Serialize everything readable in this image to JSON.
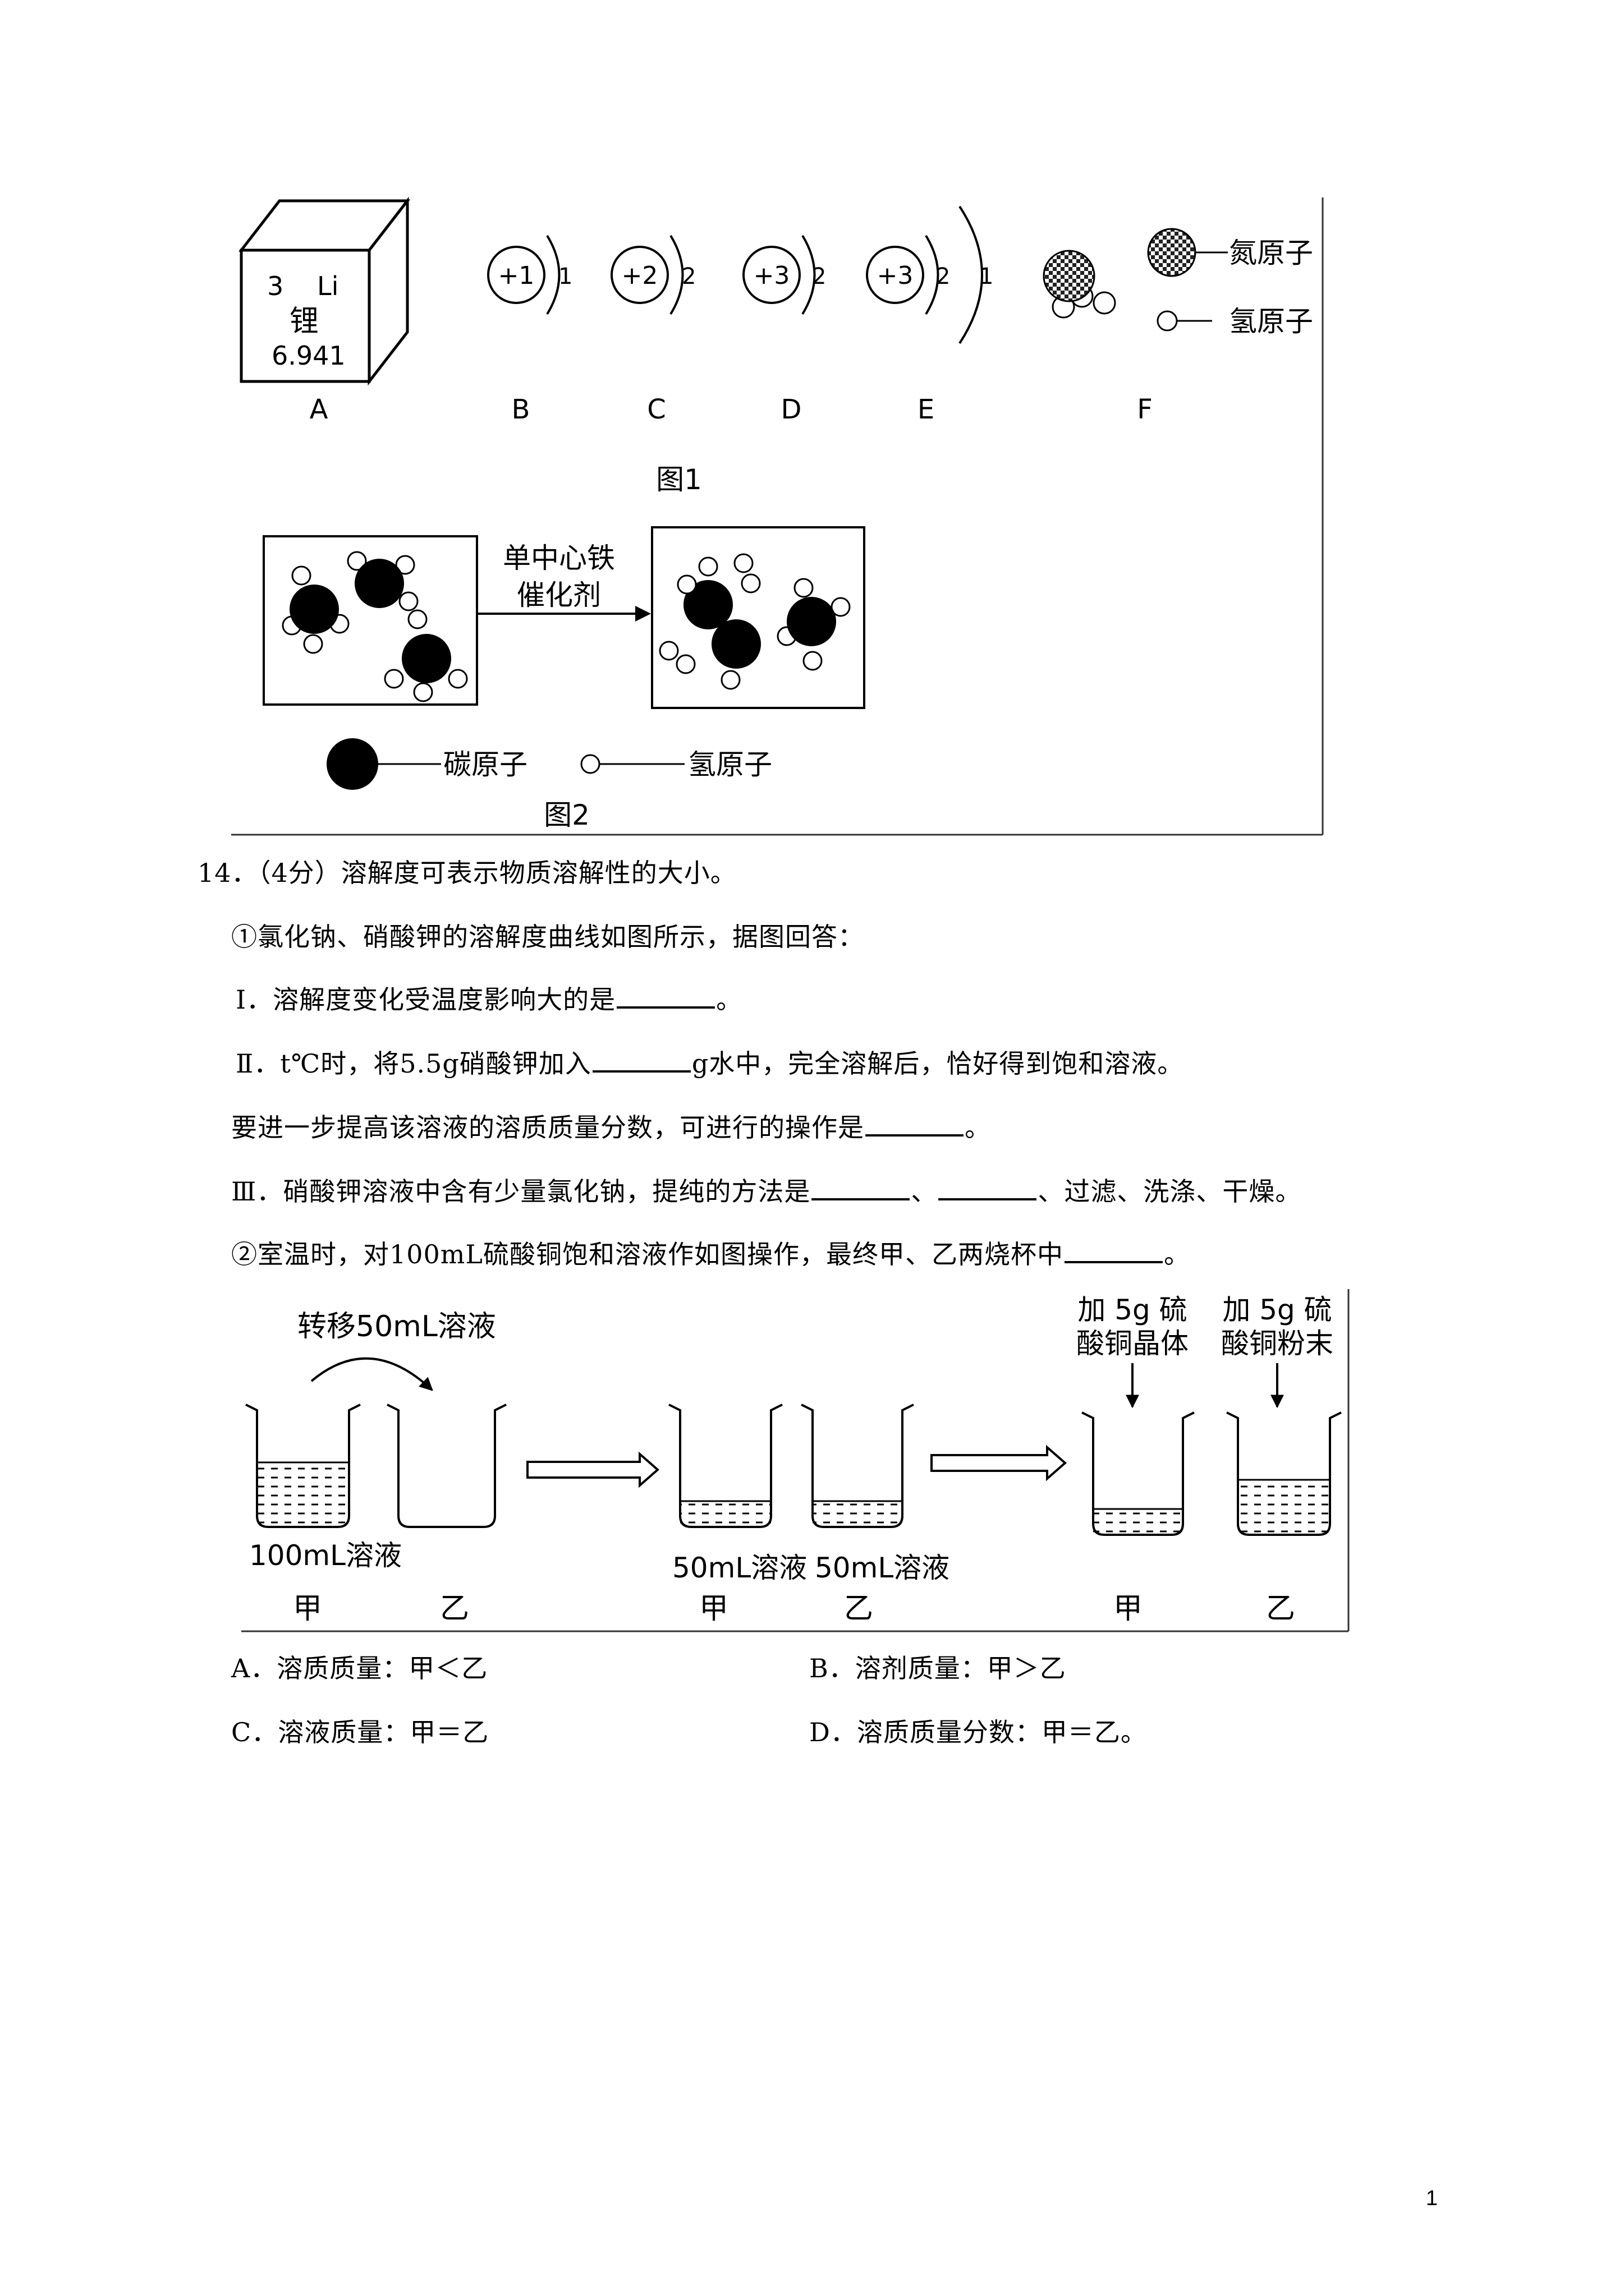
{
  "figure1": {
    "caption": "图1",
    "element_box": {
      "number": "3",
      "symbol": "Li",
      "name": "锂",
      "mass": "6.941"
    },
    "atoms": [
      {
        "nucleus": "+1",
        "shells": [
          "1"
        ]
      },
      {
        "nucleus": "+2",
        "shells": [
          "2"
        ]
      },
      {
        "nucleus": "+3",
        "shells": [
          "2"
        ]
      },
      {
        "nucleus": "+3",
        "shells": [
          "2",
          "1"
        ]
      }
    ],
    "legend": {
      "nitrogen": "氮原子",
      "hydrogen": "氢原子"
    },
    "labels": [
      "A",
      "B",
      "C",
      "D",
      "E",
      "F"
    ]
  },
  "figure2": {
    "caption": "图2",
    "catalyst": [
      "单中心铁",
      "催化剂"
    ],
    "legend": {
      "carbon": "碳原子",
      "hydrogen": "氢原子"
    }
  },
  "question": {
    "stem": "14．（4分）溶解度可表示物质溶解性的大小。",
    "part1": "①氯化钠、硝酸钾的溶解度曲线如图所示，据图回答：",
    "i_pre": "Ⅰ．溶解度变化受温度影响大的是",
    "i_post": "。",
    "ii_pre": "Ⅱ．t℃时，将5.5g硝酸钾加入",
    "ii_post": "g水中，完全溶解后，恰好得到饱和溶液。",
    "ii2_pre": "要进一步提高该溶液的溶质质量分数，可进行的操作是",
    "ii2_post": "。",
    "iii_pre": "Ⅲ．硝酸钾溶液中含有少量氯化钠，提纯的方法是",
    "iii_mid": "、",
    "iii_post": "、过滤、洗涤、干燥。",
    "part2_pre": "②室温时，对100mL硫酸铜饱和溶液作如图操作，最终甲、乙两烧杯中",
    "part2_post": "。"
  },
  "figure3": {
    "transfer": "转移50mL溶液",
    "vol100": "100mL溶液",
    "vol50a": "50mL溶液",
    "vol50b": "50mL溶液",
    "jia": "甲",
    "yi": "乙",
    "add_crystal": [
      "加 5g 硫",
      "酸铜晶体"
    ],
    "add_powder": [
      "加 5g 硫",
      "酸铜粉末"
    ]
  },
  "options": {
    "a": "A．溶质质量：甲＜乙",
    "b": "B．溶剂质量：甲＞乙",
    "c": "C．溶液质量：甲＝乙",
    "d": "D．溶质质量分数：甲＝乙。"
  },
  "page_number": "1"
}
